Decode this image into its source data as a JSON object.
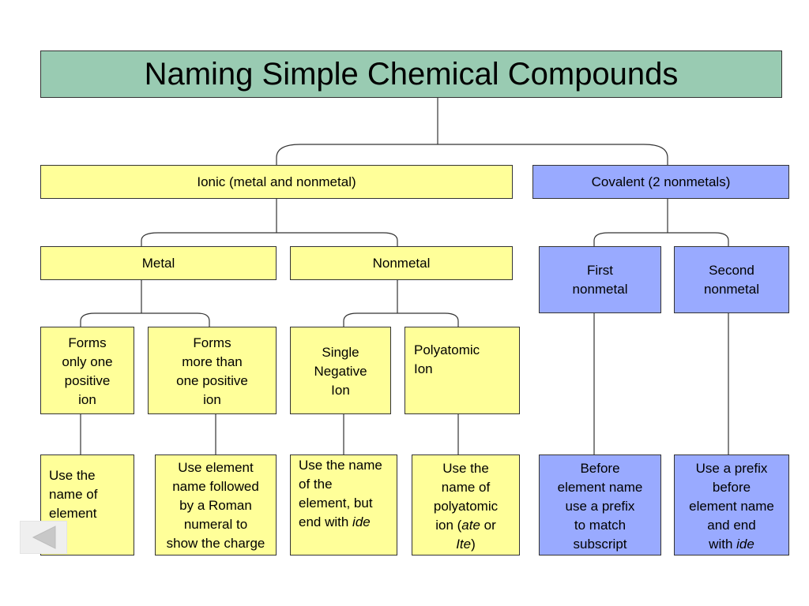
{
  "title": "Naming Simple Chemical Compounds",
  "ionic": {
    "label": "Ionic (metal and nonmetal)",
    "metal": {
      "label": "Metal",
      "forms_one": [
        "Forms",
        "only one",
        "positive",
        "ion"
      ],
      "forms_more": [
        "Forms",
        "more than",
        "one positive",
        "ion"
      ],
      "rule_one": [
        "Use the",
        "name of",
        "element"
      ],
      "rule_more": [
        "Use element",
        "name followed",
        "by a Roman",
        "numeral to",
        "show the charge"
      ]
    },
    "nonmetal": {
      "label": "Nonmetal",
      "single": [
        "Single",
        "Negative",
        "Ion"
      ],
      "polyatomic": [
        "Polyatomic",
        "Ion"
      ],
      "rule_single": {
        "line1": "Use the name",
        "line2": "of the",
        "line3": "element, but",
        "line4_pre": "end with ",
        "line4_em": "ide"
      },
      "rule_poly": {
        "line1": "Use the",
        "line2": "name of",
        "line3": "polyatomic",
        "line4_pre": "ion (",
        "line4_em": "ate",
        "line4_post": " or",
        "line5_em": "Ite",
        "line5_post": ")"
      }
    }
  },
  "covalent": {
    "label": "Covalent (2 nonmetals)",
    "first": [
      "First",
      "nonmetal"
    ],
    "second": [
      "Second",
      "nonmetal"
    ],
    "rule_first": [
      "Before",
      "element name",
      "use a prefix",
      "to match",
      "subscript"
    ],
    "rule_second": {
      "line1": "Use a prefix",
      "line2": "before",
      "line3": "element name",
      "line4": "and end",
      "line5_pre": "with ",
      "line5_em": "ide"
    }
  },
  "colors": {
    "title_bg": "#99cbb2",
    "ionic_bg": "#ffff99",
    "covalent_bg": "#99aaff"
  },
  "nav": {
    "icon": "back-arrow-icon"
  }
}
